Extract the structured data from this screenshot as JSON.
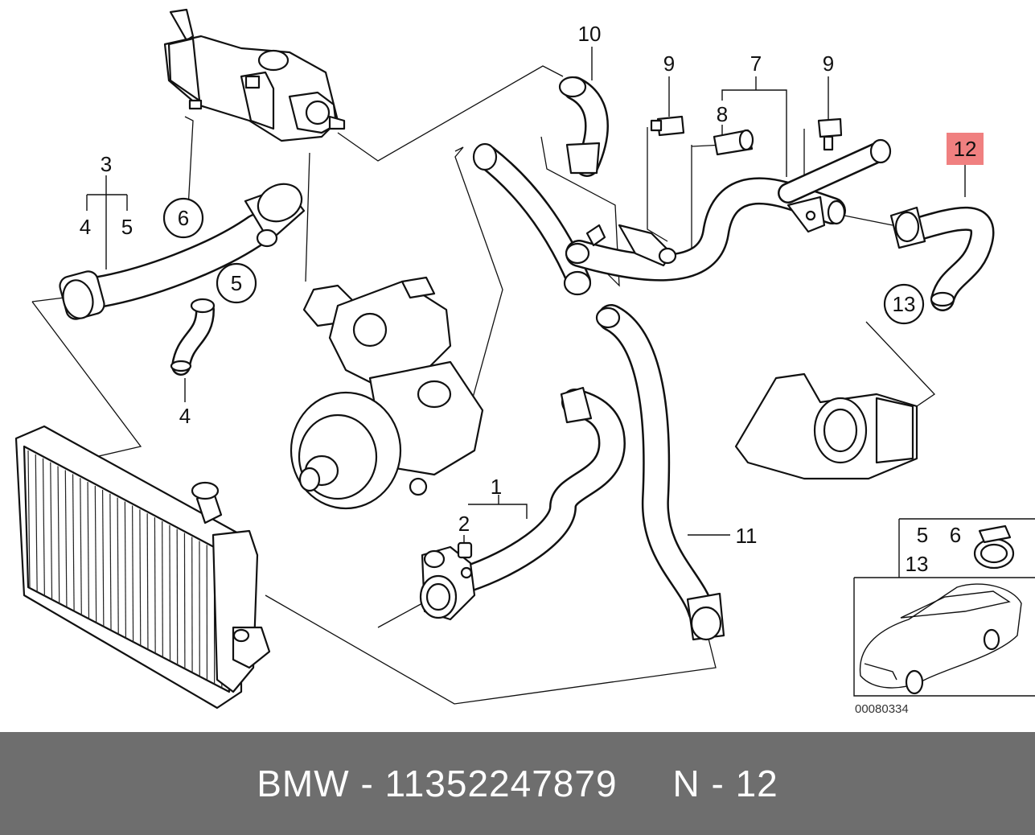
{
  "diagram": {
    "callouts": {
      "c1": "1",
      "c2": "2",
      "c3": "3",
      "c4a": "4",
      "c4b": "4",
      "c5a": "5",
      "c5b": "5",
      "c6": "6",
      "c7": "7",
      "c8": "8",
      "c9a": "9",
      "c9b": "9",
      "c10": "10",
      "c11": "11",
      "c12": "12",
      "c13": "13"
    },
    "highlight_color": "#f08080",
    "inset": {
      "l5": "5",
      "l6": "6",
      "l13": "13"
    },
    "drawing_number": "00080334"
  },
  "footer": {
    "brand": "BMW",
    "separator": "-",
    "part_number": "11352247879",
    "position_prefix": "N",
    "position": "12",
    "background": "#6e6e6e"
  }
}
